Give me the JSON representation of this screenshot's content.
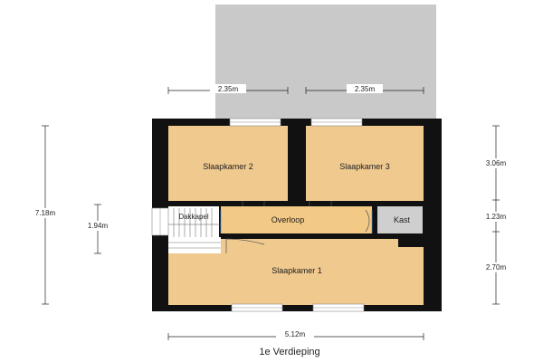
{
  "plan": {
    "title": "1e Verdieping",
    "rooms": {
      "slaapkamer2": "Slaapkamer 2",
      "slaapkamer3": "Slaapkamer 3",
      "overloop": "Overloop",
      "kast": "Kast",
      "dakkapel": "Dakkapel",
      "slaapkamer1": "Slaapkamer 1"
    },
    "dimensions": {
      "top_left": "2.35m",
      "top_right": "2.35m",
      "left_total": "7.18m",
      "left_mid": "1.94m",
      "right_top": "3.06m",
      "right_mid": "1.23m",
      "right_bottom": "2.70m",
      "bottom": "5.12m"
    },
    "colors": {
      "room_fill": "#efc98e",
      "wall": "#111111",
      "roof_area": "#c9c9c9",
      "kast_fill": "#cfcfcf",
      "overloop_fill": "#f2c985"
    }
  }
}
